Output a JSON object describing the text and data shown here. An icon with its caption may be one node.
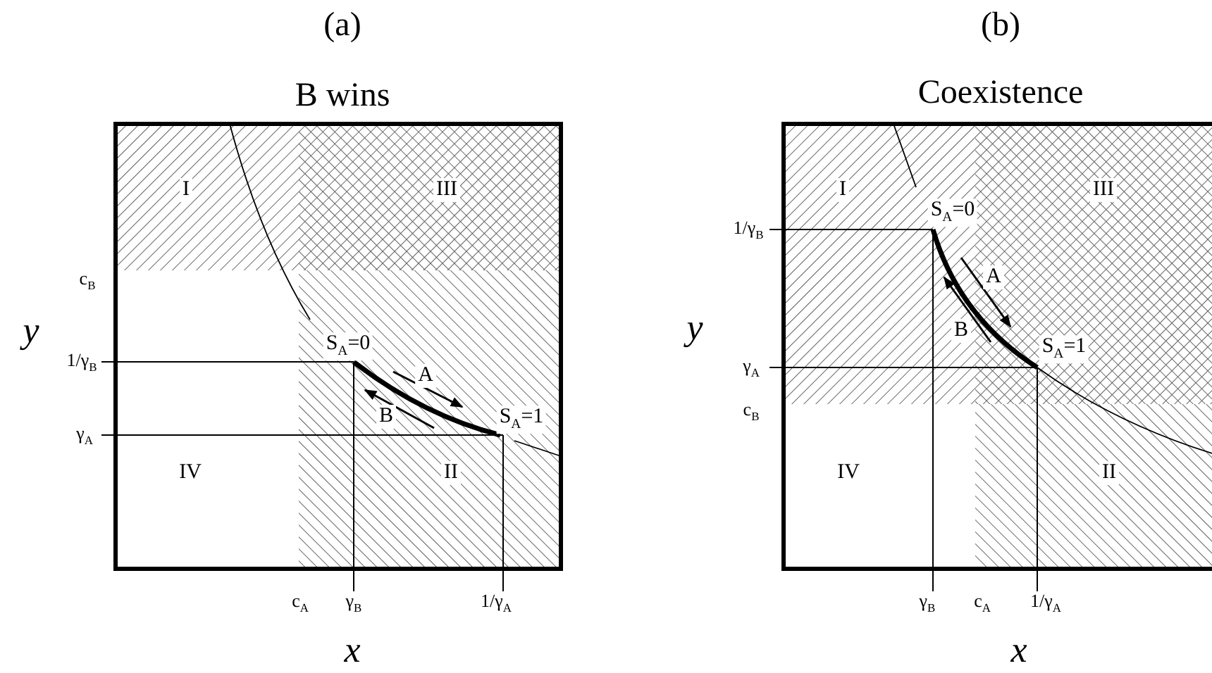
{
  "diagram": {
    "labels": [
      "(a)",
      "(b)",
      "B wins",
      "Coexistence",
      "I",
      "III",
      "c$_{B}$",
      "y",
      "S$_{A}$=0",
      "1/γ$_{B}$",
      "A",
      "B",
      "S$_{A}$=1",
      "γ$_{A}$",
      "IV",
      "II",
      "c$_{A}$",
      "γ$_{B}$",
      "1/γ$_{A}$",
      "x",
      "I",
      "III",
      "1/γ$_{B}$",
      "S$_{A}$=0",
      "A",
      "y",
      "B",
      "S$_{A}$=1",
      "γ$_{A}$",
      "c$_{B}$",
      "IV",
      "II",
      "γ$_{B}$",
      "c$_{A}$",
      "1/γ$_{A}$",
      "x"
    ]
  }
}
